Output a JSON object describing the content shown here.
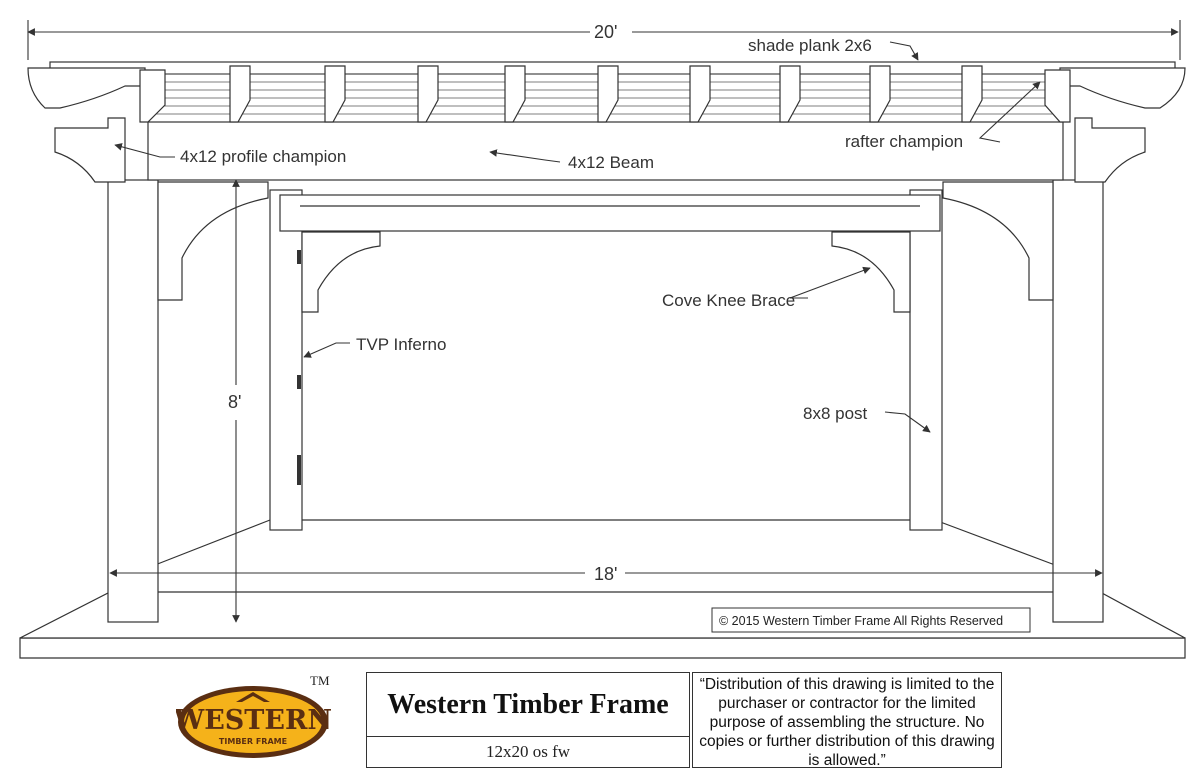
{
  "labels": {
    "overall_width": "20'",
    "shade_plank": "shade plank 2x6",
    "rafter": "rafter champion",
    "profile": "4x12 profile champion",
    "beam": "4x12 Beam",
    "cove": "Cove Knee Brace",
    "tvp": "TVP Inferno",
    "height": "8'",
    "post": "8x8 post",
    "post_span": "18'",
    "copyright": "© 2015 Western Timber Frame All Rights Reserved"
  },
  "title_block": {
    "company": "Western Timber Frame",
    "drawing_id": "12x20 os fw",
    "notice": "“Distribution of this drawing is limited to the purchaser or contractor for the limited purpose of assembling the structure.  No copies or further distribution of this drawing is allowed.”"
  },
  "logo": {
    "main": "WESTERN",
    "sub": "TIMBER FRAME",
    "tm": "TM",
    "colors": {
      "gold": "#F5B21A",
      "brown": "#5A2E12"
    }
  }
}
